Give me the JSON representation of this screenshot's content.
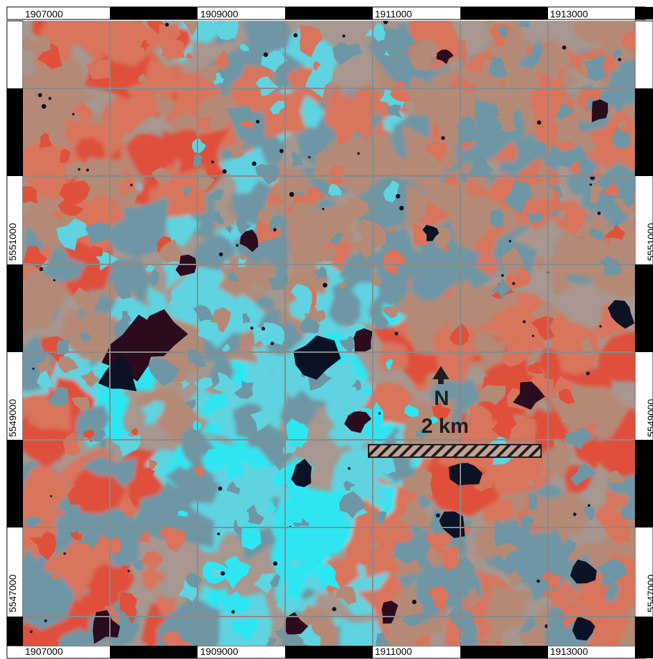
{
  "map": {
    "caption": "",
    "coordinate_labels": {
      "top": [
        "1907000",
        "1909000",
        "1911000",
        "1913000"
      ],
      "bottom": [
        "1907000",
        "1909000",
        "1911000",
        "1913000"
      ],
      "left": [
        "5551000",
        "5549000",
        "5547000"
      ],
      "right": [
        "5551000",
        "5549000",
        "5547000"
      ]
    },
    "north_arrow": {
      "label": "N"
    },
    "scale_bar": {
      "label": "2 km"
    },
    "colors": {
      "frame_black": "#000000",
      "grid_line": "#8a8a8a",
      "cyan_segment": "#5fd3e0",
      "bright_cyan": "#2ee6f2",
      "salmon_segment": "#d8745c",
      "red_segment": "#e0503a",
      "tan_segment": "#b48a76",
      "slate_segment": "#6e96a4",
      "water_dark": "#0c1226",
      "water_purple": "#2a0c1e",
      "scale_bar_hatch": "#1e1e1e"
    },
    "icons": [
      "north-arrow-icon",
      "scale-bar-hatch"
    ]
  }
}
